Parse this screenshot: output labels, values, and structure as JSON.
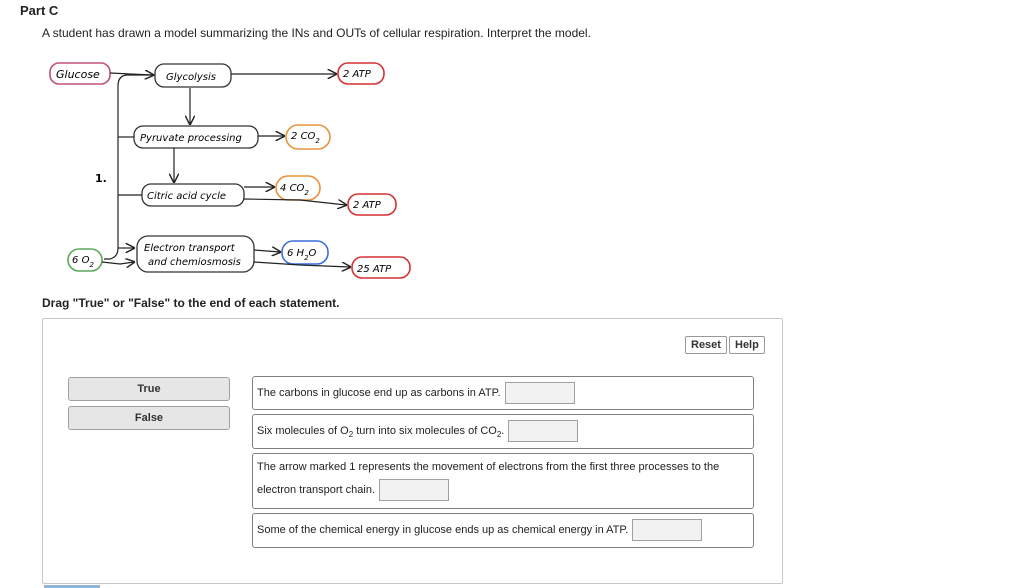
{
  "part_title": "Part C",
  "prompt": "A student has drawn a model summarizing the INs and OUTs of cellular respiration. Interpret the model.",
  "diagram": {
    "glucose": "Glucose",
    "glycolysis": "Glycolysis",
    "atp_top": "2 ATP",
    "pyruvate": "Pyruvate processing",
    "co2_a_num": "2",
    "co2_b_num": "4",
    "co": "CO",
    "co_sub": "2",
    "citric": "Citric acid cycle",
    "atp_mid": "2 ATP",
    "marker": "1.",
    "o2_num": "6",
    "o2": "O",
    "o2_sub": "2",
    "etc_line1": "Electron transport",
    "etc_line2": "and chemiosmosis",
    "h2o_pre": "6 H",
    "h2o_sub": "2",
    "h2o_post": "O",
    "atp_bottom": "25 ATP",
    "colors": {
      "glucose": "#c0507a",
      "atp": "#d63030",
      "co2": "#e8923a",
      "o2": "#5aa85a",
      "h2o": "#3a6fd6"
    }
  },
  "instructions": "Drag \"True\" or \"False\" to the end of each statement.",
  "buttons": {
    "reset": "Reset",
    "help": "Help"
  },
  "tokens": {
    "true": "True",
    "false": "False"
  },
  "statements": {
    "s1": "The carbons in glucose end up as carbons in ATP.",
    "s2_pre": "Six molecules of O",
    "s2_sub1": "2",
    "s2_mid": " turn into six molecules of CO",
    "s2_sub2": "2",
    "s2_end": ".",
    "s3_line1": "The arrow marked 1 represents the movement of electrons from the first three processes to the",
    "s3_line2": "electron transport chain.",
    "s4": "Some of the chemical energy in glucose ends up as chemical energy in ATP."
  }
}
